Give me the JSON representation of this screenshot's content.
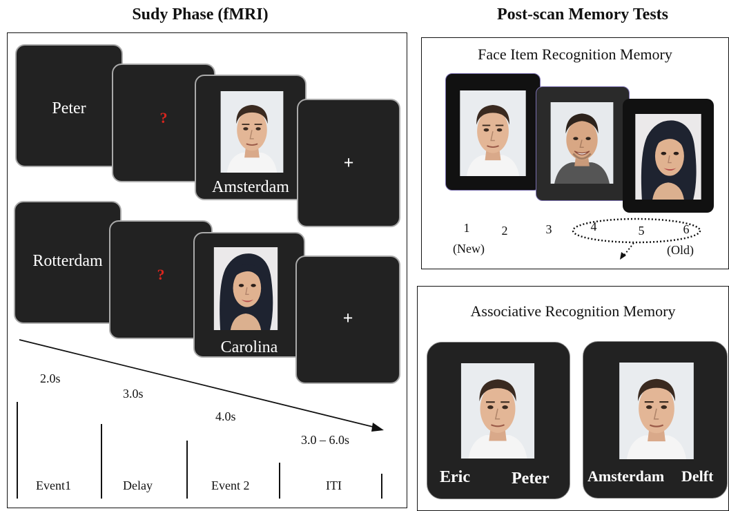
{
  "study": {
    "heading": "Sudy Phase (fMRI)",
    "trial1": {
      "word": "Peter",
      "cue": "?",
      "face_caption": "Amsterdam",
      "iti_symbol": "+"
    },
    "trial2": {
      "word": "Rotterdam",
      "cue": "?",
      "face_caption": "Carolina",
      "iti_symbol": "+"
    },
    "timings": [
      "2.0s",
      "3.0s",
      "4.0s",
      "3.0 – 6.0s"
    ],
    "phases": [
      "Event1",
      "Delay",
      "Event 2",
      "ITI"
    ]
  },
  "posttest": {
    "heading": "Post-scan Memory Tests",
    "item_test": {
      "title": "Face Item Recognition Memory",
      "scale": [
        "1",
        "2",
        "3",
        "4",
        "5",
        "6"
      ],
      "low_label": "(New)",
      "high_label": "(Old)"
    },
    "assoc_test": {
      "title": "Associative Recognition Memory",
      "card1": {
        "left": "Eric",
        "right": "Peter"
      },
      "card2": {
        "left": "Amsterdam",
        "right": "Delft"
      }
    }
  },
  "colors": {
    "card": "#222222",
    "cue": "#d7261e",
    "card_border": "#aaaaaa"
  },
  "icons": [
    "male-face-1",
    "male-face-2",
    "female-face",
    "fixation-cross",
    "question-mark",
    "timeline-arrow",
    "dotted-ellipse",
    "dotted-arrow"
  ]
}
